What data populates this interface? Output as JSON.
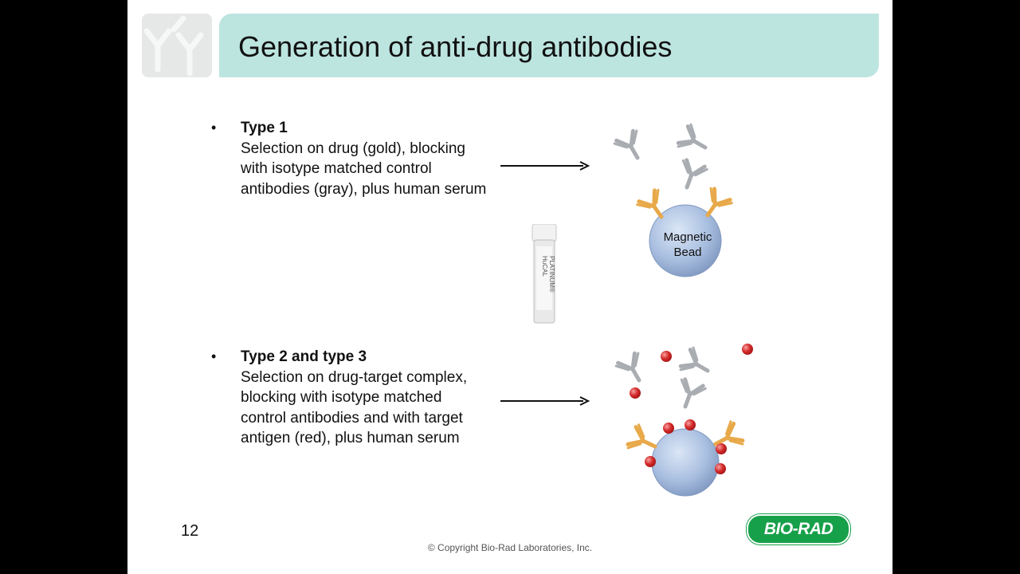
{
  "slide": {
    "title": "Generation of anti-drug antibodies",
    "bullet_glyph": "•",
    "type1": {
      "heading": "Type 1",
      "body": "Selection on drug (gold), blocking with isotype matched control antibodies (gray), plus human serum"
    },
    "type2": {
      "heading": "Type 2 and type 3",
      "body": "Selection on drug-target complex, blocking with isotype matched control antibodies and with target antigen (red), plus human serum"
    },
    "bead": {
      "line1": "Magnetic",
      "line2": "Bead"
    },
    "vial_label": {
      "line1": "HuCAL",
      "line2": "PLATINUM®"
    },
    "page_number": "12",
    "copyright": "© Copyright Bio-Rad Laboratories, Inc.",
    "logo_text": "BIO-RAD"
  },
  "colors": {
    "header_bar": "#bde5e0",
    "drug_antibody_gold": "#e8a94a",
    "control_antibody_gray": "#a9adb2",
    "antigen_red": "#d42a2a",
    "bead_blue": "#a9bfe0",
    "brand_green": "#17a04a"
  }
}
